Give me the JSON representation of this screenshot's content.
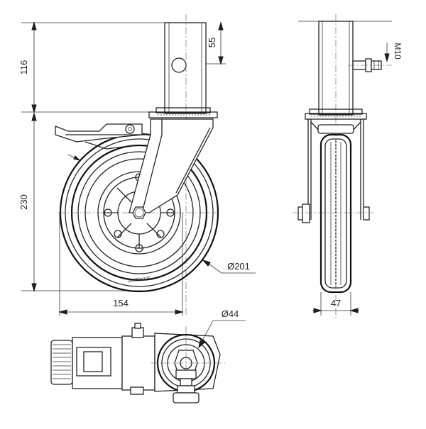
{
  "dimensions": {
    "stem_height": "116",
    "hole_offset": "55",
    "thread": "M10",
    "wheel_height": "230",
    "wheel_diameter": "Ø201",
    "width_offset": "154",
    "wheel_width": "47",
    "stem_diameter": "Ø44"
  },
  "tire_marking": "200/50=100"
}
